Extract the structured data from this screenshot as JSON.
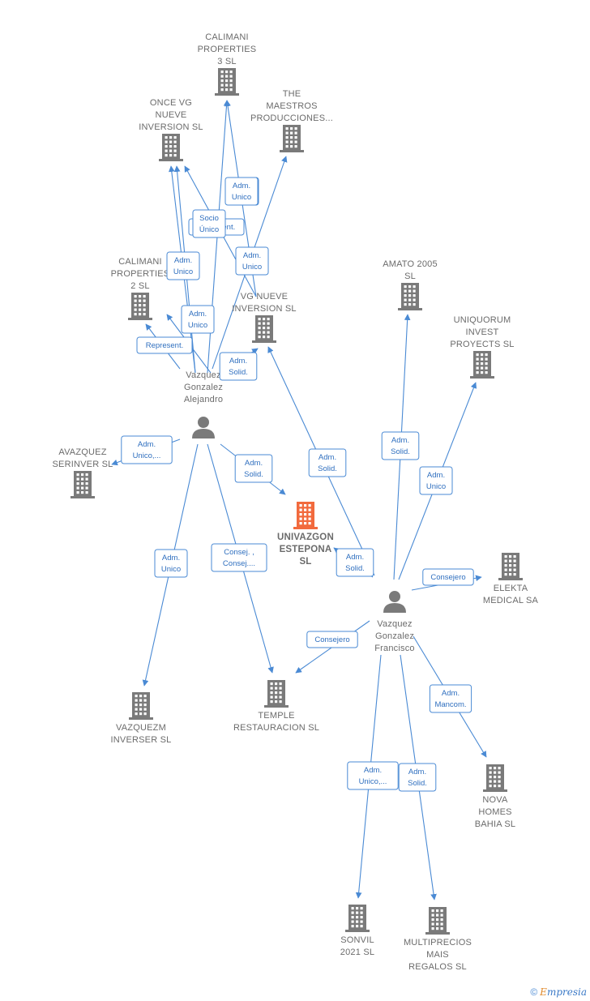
{
  "colors": {
    "company": "#7a7a7a",
    "focus": "#f26a3d",
    "person": "#7a7a7a",
    "edge": "#4a8ad4"
  },
  "nodes": [
    {
      "id": "calimani3",
      "kind": "company",
      "lines": [
        "CALIMANI",
        "PROPERTIES",
        "3  SL"
      ]
    },
    {
      "id": "oncevg",
      "kind": "company",
      "lines": [
        "ONCE VG",
        "NUEVE",
        "INVERSION  SL"
      ]
    },
    {
      "id": "maestros",
      "kind": "company",
      "lines": [
        "THE",
        "MAESTROS",
        "PRODUCCIONES..."
      ]
    },
    {
      "id": "calimani2",
      "kind": "company",
      "lines": [
        "CALIMANI",
        "PROPERTIES",
        "2  SL"
      ]
    },
    {
      "id": "vgnueve",
      "kind": "company",
      "lines": [
        "VG NUEVE",
        "INVERSION  SL"
      ]
    },
    {
      "id": "amato",
      "kind": "company",
      "lines": [
        "AMATO 2005",
        "SL"
      ]
    },
    {
      "id": "uniquorum",
      "kind": "company",
      "lines": [
        "UNIQUORUM",
        "INVEST",
        "PROYECTS  SL"
      ]
    },
    {
      "id": "alejandro",
      "kind": "person",
      "lines": [
        "Vazquez",
        "Gonzalez",
        "Alejandro"
      ]
    },
    {
      "id": "avazquez",
      "kind": "company",
      "lines": [
        "AVAZQUEZ",
        "SERINVER  SL"
      ]
    },
    {
      "id": "univazgon",
      "kind": "focus",
      "lines": [
        "UNIVAZGON",
        "ESTEPONA",
        "SL"
      ]
    },
    {
      "id": "elekta",
      "kind": "company",
      "lines": [
        "ELEKTA",
        "MEDICAL SA"
      ]
    },
    {
      "id": "francisco",
      "kind": "person",
      "lines": [
        "Vazquez",
        "Gonzalez",
        "Francisco"
      ]
    },
    {
      "id": "vazquezm",
      "kind": "company",
      "lines": [
        "VAZQUEZM",
        "INVERSER  SL"
      ]
    },
    {
      "id": "temple",
      "kind": "company",
      "lines": [
        "TEMPLE",
        "RESTAURACION SL"
      ]
    },
    {
      "id": "nova",
      "kind": "company",
      "lines": [
        "NOVA",
        "HOMES",
        "BAHIA  SL"
      ]
    },
    {
      "id": "sonvil",
      "kind": "company",
      "lines": [
        "SONVIL",
        "2021  SL"
      ]
    },
    {
      "id": "multiprecios",
      "kind": "company",
      "lines": [
        "MULTIPRECIOS",
        "MAIS",
        "REGALOS SL"
      ]
    }
  ],
  "edges": [
    {
      "from": "alejandro",
      "to": "calimani3",
      "lines": [
        "Adm.",
        "Unico"
      ]
    },
    {
      "from": "alejandro",
      "to": "oncevg",
      "lines": [
        "Adm.",
        "Unico"
      ]
    },
    {
      "from": "alejandro",
      "to": "oncevg",
      "lines": [
        "Represent."
      ]
    },
    {
      "from": "vgnueve",
      "to": "oncevg",
      "lines": [
        "Socio",
        "Único"
      ]
    },
    {
      "from": "vgnueve",
      "to": "calimani3",
      "lines": [
        "Adm.",
        "Unico"
      ]
    },
    {
      "from": "alejandro",
      "to": "maestros",
      "lines": [
        "Adm.",
        "Unico"
      ]
    },
    {
      "from": "alejandro",
      "to": "calimani2",
      "lines": [
        "Adm.",
        "Unico"
      ]
    },
    {
      "from": "alejandro",
      "to": "calimani2",
      "lines": [
        "Represent."
      ]
    },
    {
      "from": "alejandro",
      "to": "vgnueve",
      "lines": [
        "Adm.",
        "Solid."
      ]
    },
    {
      "from": "alejandro",
      "to": "avazquez",
      "lines": [
        "Adm.",
        "Unico,..."
      ]
    },
    {
      "from": "alejandro",
      "to": "univazgon",
      "lines": [
        "Adm.",
        "Solid."
      ]
    },
    {
      "from": "alejandro",
      "to": "vazquezm",
      "lines": [
        "Adm.",
        "Unico"
      ]
    },
    {
      "from": "alejandro",
      "to": "temple",
      "lines": [
        "Consej. ,",
        "Consej...."
      ]
    },
    {
      "from": "francisco",
      "to": "vgnueve",
      "lines": [
        "Adm.",
        "Solid."
      ]
    },
    {
      "from": "francisco",
      "to": "amato",
      "lines": [
        "Adm.",
        "Solid."
      ]
    },
    {
      "from": "francisco",
      "to": "uniquorum",
      "lines": [
        "Adm.",
        "Unico"
      ]
    },
    {
      "from": "francisco",
      "to": "univazgon",
      "lines": [
        "Adm.",
        "Solid."
      ]
    },
    {
      "from": "francisco",
      "to": "elekta",
      "lines": [
        "Consejero"
      ]
    },
    {
      "from": "francisco",
      "to": "temple",
      "lines": [
        "Consejero"
      ]
    },
    {
      "from": "francisco",
      "to": "nova",
      "lines": [
        "Adm.",
        "Mancom."
      ]
    },
    {
      "from": "francisco",
      "to": "sonvil",
      "lines": [
        "Adm.",
        "Unico,..."
      ]
    },
    {
      "from": "francisco",
      "to": "multiprecios",
      "lines": [
        "Adm.",
        "Solid."
      ]
    }
  ],
  "footer": {
    "copyright": "©",
    "brand_first": "E",
    "brand_rest": "mpresia"
  }
}
